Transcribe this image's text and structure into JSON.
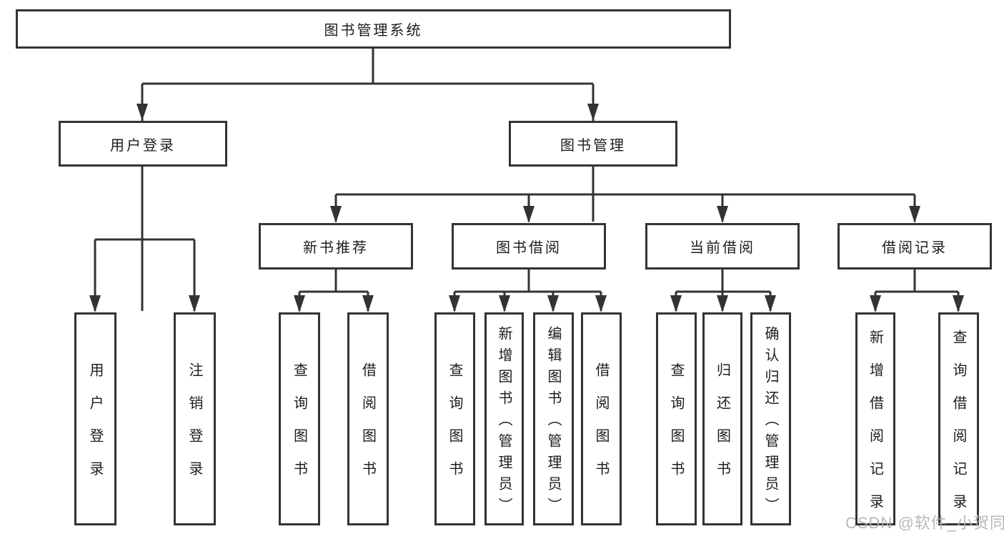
{
  "diagram": {
    "root": {
      "label": "图书管理系统"
    },
    "level2": [
      {
        "label": "用户登录"
      },
      {
        "label": "图书管理"
      }
    ],
    "level3": [
      {
        "label": "新书推荐"
      },
      {
        "label": "图书借阅"
      },
      {
        "label": "当前借阅"
      },
      {
        "label": "借阅记录"
      }
    ],
    "leaves": [
      {
        "label": "用户登录"
      },
      {
        "label": "注销登录"
      },
      {
        "label": "查询图书"
      },
      {
        "label": "借阅图书"
      },
      {
        "label": "查询图书"
      },
      {
        "label": "新增图书（管理员）"
      },
      {
        "label": "编辑图书（管理员）"
      },
      {
        "label": "借阅图书"
      },
      {
        "label": "查询图书"
      },
      {
        "label": "归还图书"
      },
      {
        "label": "确认归还（管理员）"
      },
      {
        "label": "新增借阅记录"
      },
      {
        "label": "查询借阅记录"
      }
    ]
  },
  "watermark": {
    "text": "CSDN @软件_小贺同学",
    "color": "#afafaf"
  },
  "colors": {
    "line": "#333333",
    "box_border": "#333333",
    "text": "#1d1d1d",
    "background": "#ffffff"
  }
}
